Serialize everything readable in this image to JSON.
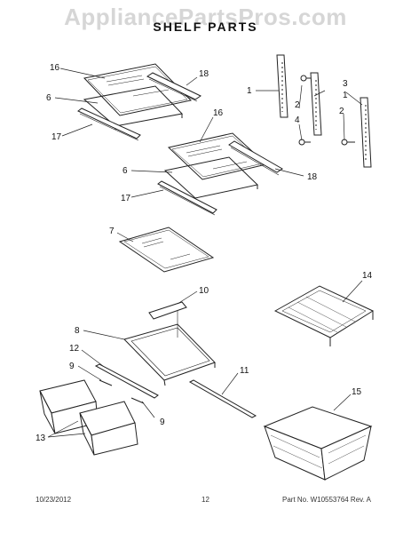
{
  "header": {
    "watermark": "AppliancePartsPros.com",
    "title": "SHELF PARTS"
  },
  "callouts": {
    "c16a": "16",
    "c18a": "18",
    "c6a": "6",
    "c17a": "17",
    "c16b": "16",
    "c6b": "6",
    "c17b": "17",
    "c18b": "18",
    "c1a": "1",
    "c2a": "2",
    "c4": "4",
    "c3": "3",
    "c1b": "1",
    "c2b": "2",
    "c7": "7",
    "c10": "10",
    "c8": "8",
    "c12": "12",
    "c9a": "9",
    "c9b": "9",
    "c11": "11",
    "c13": "13",
    "c14": "14",
    "c15": "15"
  },
  "footer": {
    "date": "10/23/2012",
    "page": "12",
    "part_no": "Part No.  W10553764  Rev.  A"
  }
}
